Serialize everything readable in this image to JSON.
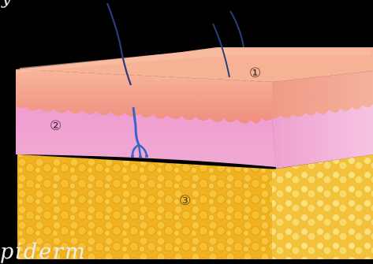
{
  "diagram": {
    "top_caption": "y",
    "bottom_caption": "piderm",
    "layer_labels": [
      {
        "text": "①",
        "color": "#3a2a20"
      },
      {
        "text": "②",
        "color": "#4a2f3a"
      },
      {
        "text": "③",
        "color": "#5a4212"
      }
    ],
    "colors": {
      "background": "#000000",
      "epidermis": "#f3a08c",
      "dermis": "#f0a6cf",
      "subcutaneous": "#f2b722",
      "hair": "#2a3f7a",
      "nerve_ending": "#3a63c8"
    }
  }
}
